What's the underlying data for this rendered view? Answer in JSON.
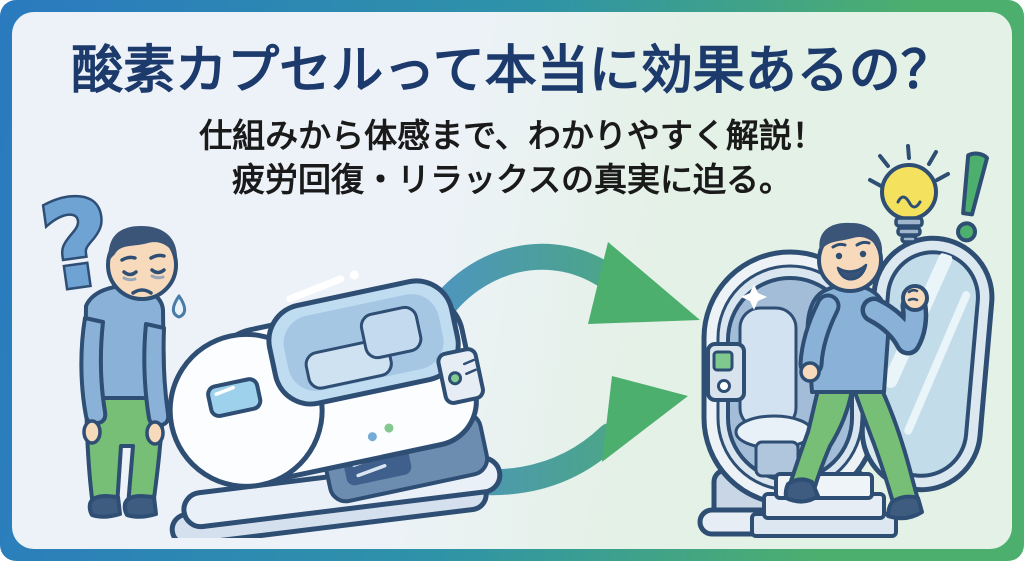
{
  "header": {
    "title": "酸素カプセルって本当に効果あるの？",
    "subtitle_line1": "仕組みから体感まで、わかりやすく解説！",
    "subtitle_line2": "疲労回復・リラックスの真実に迫る。"
  },
  "icons": {
    "question_mark": "?",
    "exclamation_mark": "!",
    "lightbulb": "idea",
    "sparkle": "clean"
  },
  "colors": {
    "frame_blue": "#2A7ABF",
    "frame_green": "#4DAF6E",
    "title_navy": "#1C3A6B",
    "subtitle_black": "#1A1A1A",
    "bg_left": "#EDF2F9",
    "bg_right": "#E4F1E6",
    "outline_navy": "#2E4E74",
    "skin": "#F7DABB",
    "hair_navy": "#3A5578",
    "shirt_blue": "#8AB2D8",
    "pants_green": "#77BE77",
    "shoe_navy": "#3D5C80",
    "arrow_blue": "#4E93C6",
    "arrow_green": "#4AAD6C",
    "glass_blue": "#BFDCF0",
    "capsule_white": "#FBFDFF",
    "bulb_yellow": "#F4E15E",
    "accent_green": "#4DAF6E",
    "question_blue": "#6FA3D4"
  }
}
